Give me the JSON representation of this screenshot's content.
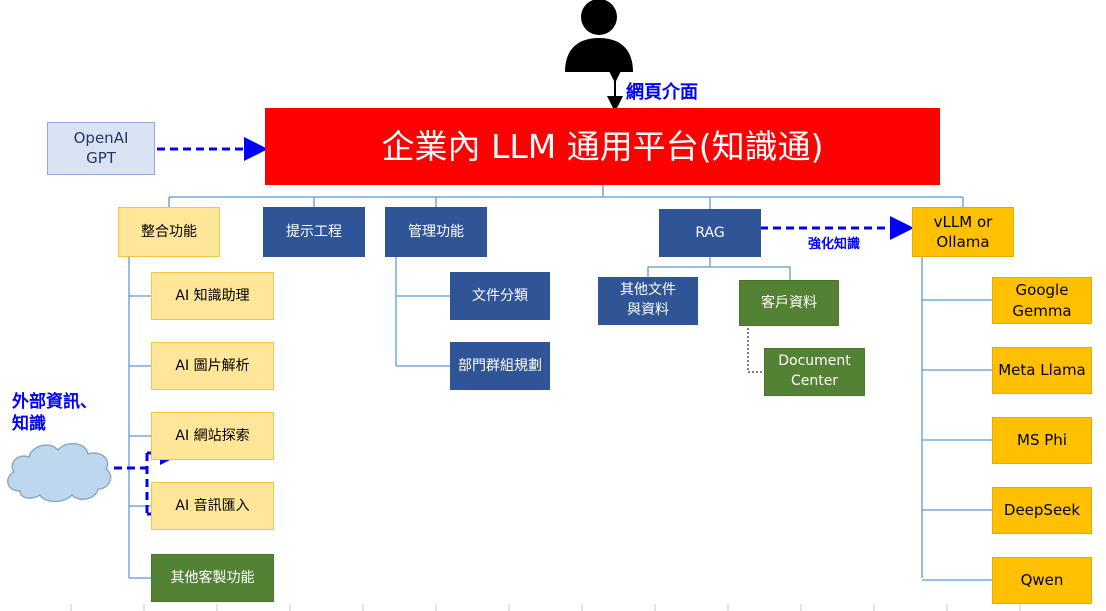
{
  "web_interface_label": "網頁介面",
  "platform_title": "企業內 LLM 通用平台(知識通)",
  "openai": "OpenAI\nGPT",
  "modules": {
    "integration": "整合功能",
    "prompt": "提示工程",
    "management": "管理功能",
    "rag": "RAG",
    "vllm": "vLLM or\nOllama"
  },
  "integration_items": [
    "AI 知識助理",
    "AI 圖片解析",
    "AI 網站探索",
    "AI 音訊匯入",
    "其他客製功能"
  ],
  "management_items": [
    "文件分類",
    "部門群組規劃"
  ],
  "rag_items": {
    "other_docs": "其他文件\n與資料",
    "customer_data": "客戶資料",
    "document_center": "Document\nCenter"
  },
  "rag_link_label": "強化知識",
  "models": [
    "Google\nGemma",
    "Meta Llama",
    "MS Phi",
    "DeepSeek",
    "Qwen"
  ],
  "external_label": "外部資訊、\n知識",
  "colors": {
    "platform": "#ff0000",
    "module": "#2f5597",
    "model": "#ffc000",
    "integration_item": "#ffd966",
    "custom": "#548235",
    "dashed_arrow": "#0000ff",
    "connector": "#5b9bd5"
  }
}
